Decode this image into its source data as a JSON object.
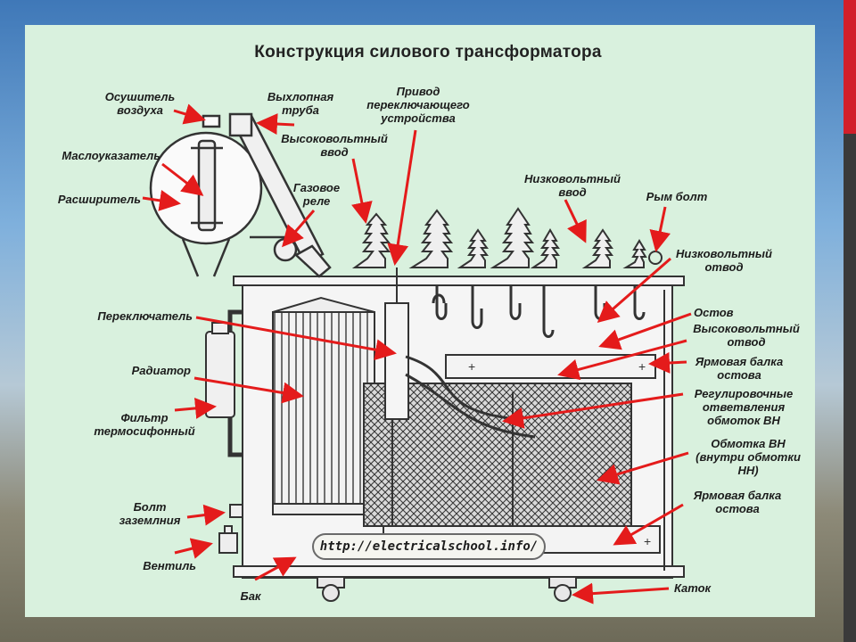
{
  "title": "Конструкция силового трансформатора",
  "url": "http://electricalschool.info/",
  "labels": {
    "air_dryer": [
      "Осушитель",
      "воздуха"
    ],
    "oil_gauge": [
      "Маслоуказатель"
    ],
    "expander": [
      "Расширитель"
    ],
    "exhaust_pipe": [
      "Выхлопная",
      "труба"
    ],
    "tap_drive": [
      "Привод",
      "переключающего",
      "устройства"
    ],
    "hv_bushing": [
      "Высоковольтный",
      "ввод"
    ],
    "gas_relay": [
      "Газовое",
      "реле"
    ],
    "lv_bushing": [
      "Низковольтный",
      "ввод"
    ],
    "eye_bolt": [
      "Рым болт"
    ],
    "lv_lead": [
      "Низковольтный",
      "отвод"
    ],
    "switch": [
      "Переключатель"
    ],
    "core": [
      "Остов"
    ],
    "hv_lead": [
      "Высоковольтный",
      "отвод"
    ],
    "yoke_beam_top": [
      "Ярмовая балка",
      "остова"
    ],
    "radiator": [
      "Радиатор"
    ],
    "regulating_taps": [
      "Регулировочные",
      "ответвления",
      "обмоток ВН"
    ],
    "thermosiphon_filter": [
      "Фильтр",
      "термосифонный"
    ],
    "hv_winding": [
      "Обмотка ВН",
      "(внутри обмотки",
      "НН)"
    ],
    "grounding_bolt": [
      "Болт",
      "заземлния"
    ],
    "yoke_beam_bottom": [
      "Ярмовая балка",
      "остова"
    ],
    "valve": [
      "Вентиль"
    ],
    "tank": [
      "Бак"
    ],
    "roller": [
      "Каток"
    ]
  },
  "colors": {
    "panel": "#d9f1de",
    "arrow": "#e41b1b",
    "line": "#333333"
  }
}
